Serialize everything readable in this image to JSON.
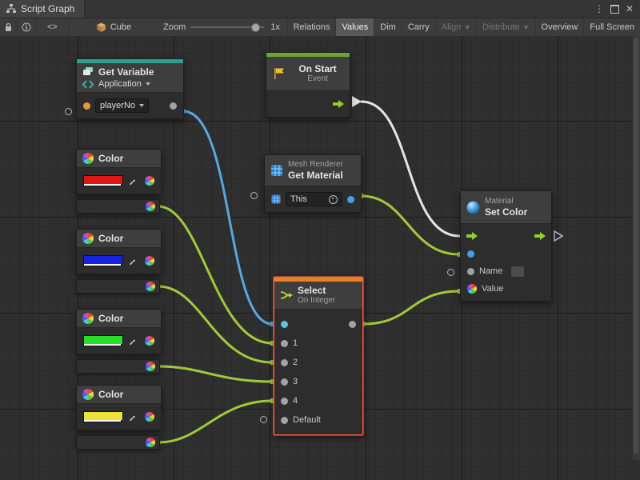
{
  "window": {
    "tab": "Script Graph"
  },
  "icons": {
    "menu": "⋮",
    "close": "✕"
  },
  "toolbar": {
    "code_button": "<>",
    "object_name": "Cube",
    "zoom_label": "Zoom",
    "zoom_value": "1x",
    "buttons": [
      {
        "label": "Relations",
        "active": false,
        "enabled": true
      },
      {
        "label": "Values",
        "active": true,
        "enabled": true
      },
      {
        "label": "Dim",
        "active": false,
        "enabled": true
      },
      {
        "label": "Carry",
        "active": false,
        "enabled": true
      },
      {
        "label": "Align",
        "active": false,
        "enabled": false,
        "caret": "▼"
      },
      {
        "label": "Distribute",
        "active": false,
        "enabled": false,
        "caret": "▼"
      },
      {
        "label": "Overview",
        "active": false,
        "enabled": true
      },
      {
        "label": "Full Screen",
        "active": false,
        "enabled": true
      }
    ]
  },
  "nodes": {
    "get_variable": {
      "title": "Get Variable",
      "scope": "Application",
      "variable": "playerNo"
    },
    "on_start": {
      "title": "On Start",
      "subtitle": "Event"
    },
    "colors": [
      {
        "title": "Color",
        "swatch": "#e01515"
      },
      {
        "title": "Color",
        "swatch": "#1523e0"
      },
      {
        "title": "Color",
        "swatch": "#27e027"
      },
      {
        "title": "Color",
        "swatch": "#ece23a"
      }
    ],
    "get_material": {
      "component": "Mesh Renderer",
      "title": "Get Material",
      "target": "This"
    },
    "select": {
      "title": "Select",
      "subtitle": "On Integer",
      "options": [
        "1",
        "2",
        "3",
        "4",
        "Default"
      ]
    },
    "set_color": {
      "type": "Material",
      "title": "Set Color",
      "fields": {
        "name": "Name",
        "value": "Value"
      }
    }
  },
  "colors": {
    "wire_flow": "#e4e4e4",
    "wire_integer": "#58a7e0",
    "wire_value": "#a2c93a",
    "strip_get_variable": "#2f9e8e",
    "strip_event": "#6fa52e",
    "strip_select": "#e1822d",
    "selection_border": "#ff5b3e"
  }
}
